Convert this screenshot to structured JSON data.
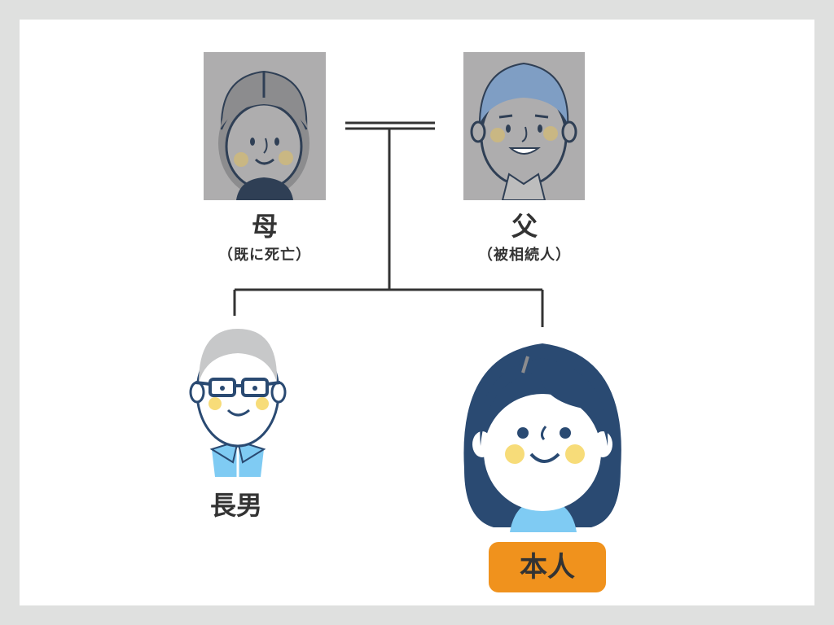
{
  "family": {
    "mother": {
      "name": "母",
      "note": "（既に死亡）",
      "icon": "elderly-woman-face-icon",
      "deceased": true
    },
    "father": {
      "name": "父",
      "note": "（被相続人）",
      "icon": "elderly-man-face-icon",
      "deceased": true
    },
    "eldest_son": {
      "name": "長男",
      "icon": "man-with-glasses-face-icon"
    },
    "self": {
      "name": "本人",
      "icon": "woman-face-icon"
    }
  },
  "colors": {
    "background": "#dfe0df",
    "line": "#333333",
    "grey_photo": "#aeadae",
    "navy": "#2a4a72",
    "skin": "#ffffff",
    "cheek": "#f7dc79",
    "collar": "#7fcbf3",
    "badge": "#f0921d",
    "text": "#333333"
  }
}
